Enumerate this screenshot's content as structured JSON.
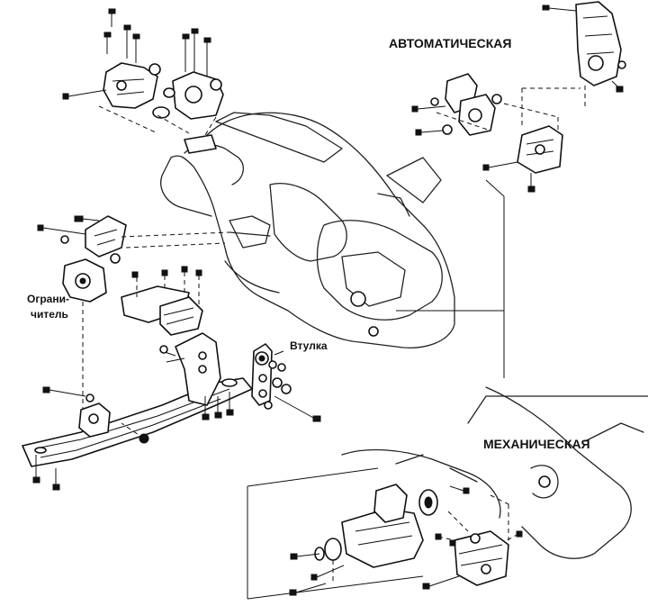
{
  "labels": {
    "automatic": "АВТОМАТИЧЕСКАЯ",
    "manual": "МЕХАНИЧЕСКАЯ",
    "bushing": "Втулка",
    "limiter_line1": "Ограни-",
    "limiter_line2": "читель"
  }
}
